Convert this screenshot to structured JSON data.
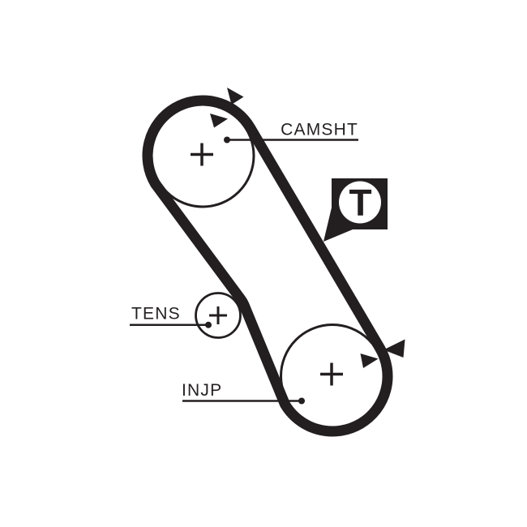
{
  "diagram": {
    "type": "timing-belt-routing-diagram",
    "background_color": "#ffffff",
    "ink_color": "#231f20",
    "labels": {
      "camshaft": "CAMSHT",
      "tensioner": "TENS",
      "injection_pump": "INJP"
    },
    "badge": {
      "letter": "T"
    },
    "components": [
      {
        "name": "camshaft-sprocket",
        "label": "CAMSHT",
        "marker": "plus"
      },
      {
        "name": "tensioner-pulley",
        "label": "TENS",
        "marker": "plus"
      },
      {
        "name": "injection-pump-sprocket",
        "label": "INJP",
        "marker": "plus"
      }
    ],
    "timing_marks": [
      {
        "location": "camshaft-belt",
        "arrows": 2
      },
      {
        "location": "injection-pump-belt",
        "arrows": 2
      }
    ]
  }
}
